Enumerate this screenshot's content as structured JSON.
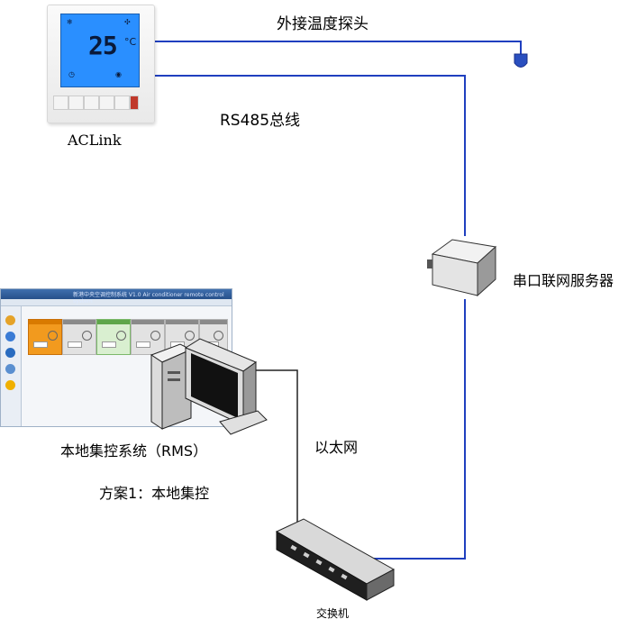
{
  "devices": {
    "thermostat": {
      "caption": "ACLink",
      "display_temp": "25",
      "display_unit": "°C"
    },
    "rms": {
      "caption": "本地集控系统（RMS）",
      "window_title": "新港中央空调控制系统 V1.0 Air conditioner remote control system"
    },
    "serial_server": {
      "caption": "串口联网服务器"
    },
    "switch": {
      "caption": "交换机"
    }
  },
  "connections": {
    "sensor": "外接温度探头",
    "bus": "RS485总线",
    "ethernet": "以太网"
  },
  "scheme": "方案1：本地集控",
  "colors": {
    "bus_line": "#1f3fbf",
    "ethernet_line": "#222222",
    "sensor_tip": "#2a4fbf"
  }
}
